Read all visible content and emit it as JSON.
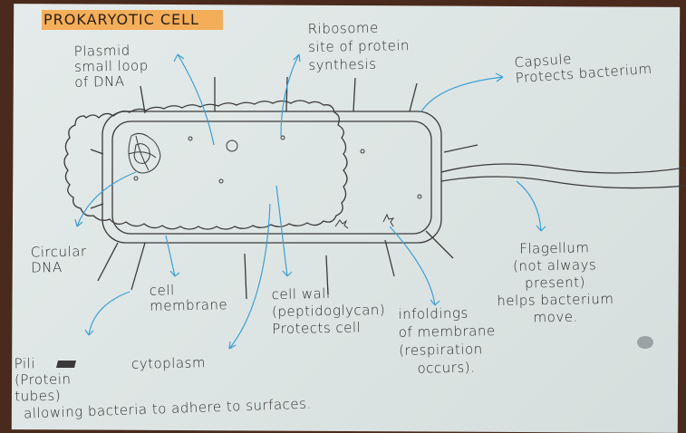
{
  "title": "PROKARYOTIC CELL",
  "labels": {
    "plasmid": [
      "Plasmid",
      "small loop",
      "of DNA"
    ],
    "ribosome": [
      "Ribosome",
      "site of protein",
      "synthesis"
    ],
    "capsule": [
      "Capsule",
      "Protects bacterium"
    ],
    "circular_dna": [
      "Circular",
      "DNA"
    ],
    "cell_membrane": [
      "cell",
      "membrane"
    ],
    "cell_wall": [
      "cell wall",
      "(peptidoglycan)",
      "Protects cell"
    ],
    "infoldings": [
      "infoldings",
      "of membrane",
      "(respiration",
      "occurs)."
    ],
    "flagellum": [
      "Flagellum",
      "(not always",
      "present)",
      "helps bacterium",
      "move."
    ],
    "pili": [
      "Pili",
      "(Protein",
      "tubes)",
      "allowing bacteria to adhere to surfaces."
    ],
    "cytoplasm": [
      "cytoplasm"
    ]
  },
  "colors": {
    "ink": "#2b2b2b",
    "arrow": "#3d9fd3",
    "highlight": "#f6a74a",
    "paper": "#dfe6e5"
  }
}
